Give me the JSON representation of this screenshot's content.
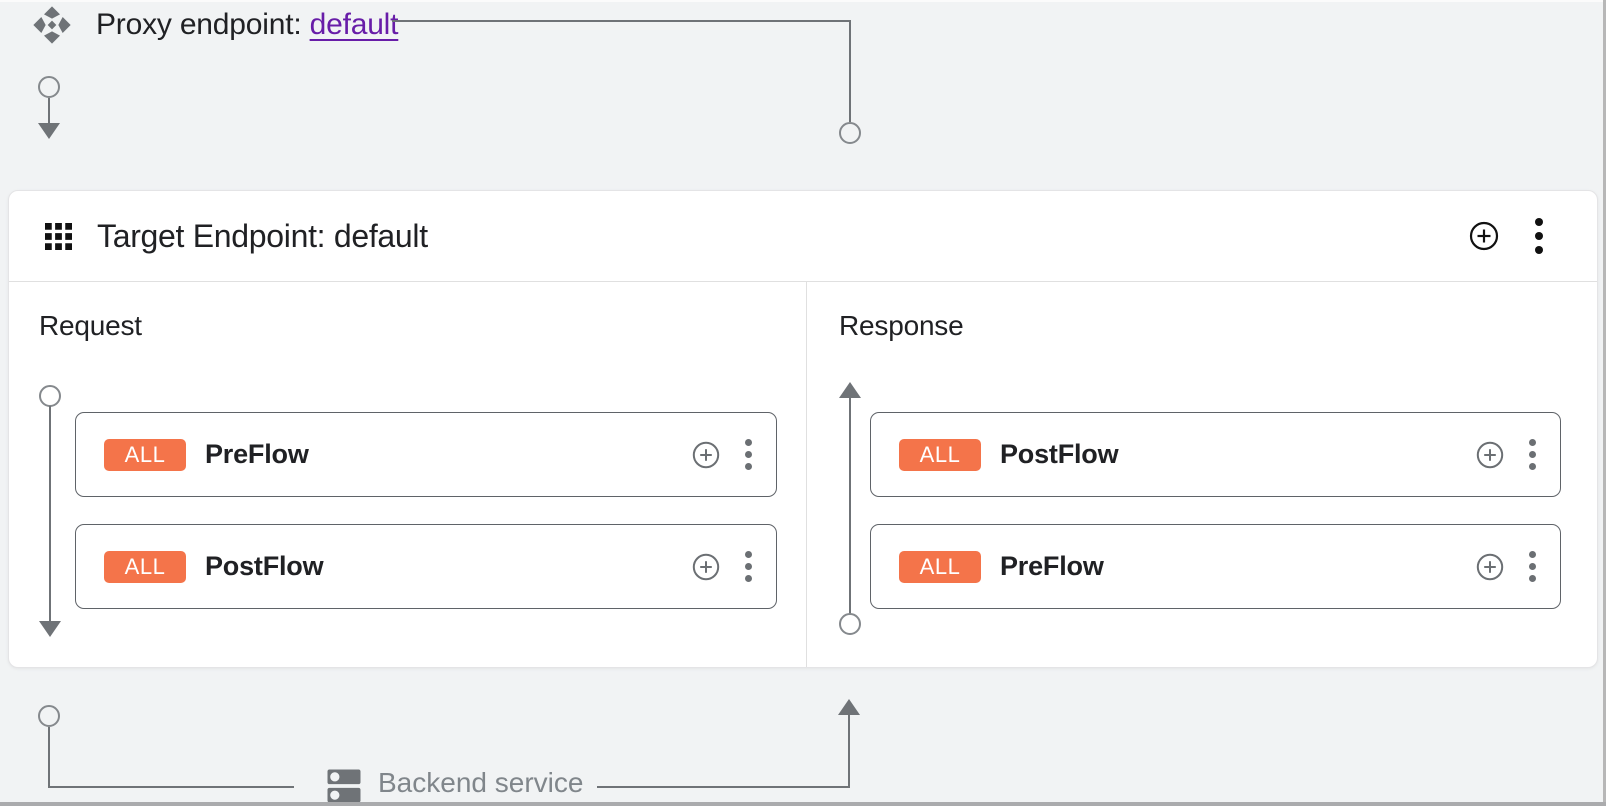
{
  "proxy_endpoint": {
    "label": "Proxy endpoint:",
    "link_text": "default"
  },
  "target_endpoint": {
    "title": "Target Endpoint: default"
  },
  "request_panel": {
    "title": "Request",
    "flows": [
      {
        "badge": "ALL",
        "name": "PreFlow"
      },
      {
        "badge": "ALL",
        "name": "PostFlow"
      }
    ]
  },
  "response_panel": {
    "title": "Response",
    "flows": [
      {
        "badge": "ALL",
        "name": "PostFlow"
      },
      {
        "badge": "ALL",
        "name": "PreFlow"
      }
    ]
  },
  "backend": {
    "label": "Backend service"
  },
  "colors": {
    "badge_orange": "#f4744a",
    "link_purple": "#681da8",
    "connector_gray": "#6f7377",
    "card_border_gray": "#5f6368",
    "text_dark": "#202124",
    "muted_text_gray": "#80868b",
    "background": "#f1f3f4"
  }
}
